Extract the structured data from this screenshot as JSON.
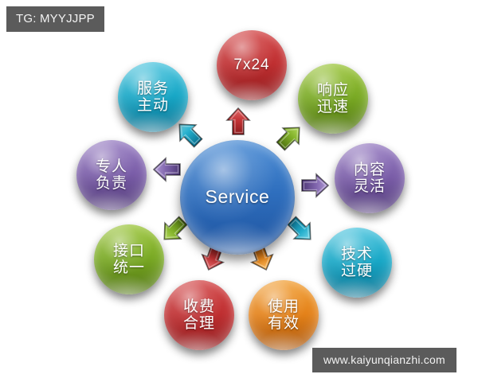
{
  "watermarks": {
    "top_left": "TG: MYYJJPP",
    "bottom_right": "www.kaiyunqianzhi.com"
  },
  "diagram": {
    "type": "hub-and-spoke",
    "background": "#ffffff",
    "hub": {
      "label": "Service",
      "color": "#2f6fbe",
      "shape": "circle"
    },
    "nodes": [
      {
        "id": "node-0",
        "lines": [
          "7x24"
        ],
        "color": "#bf2f31",
        "skin": "red",
        "position": "north",
        "arrow_color": "#bf2f31",
        "arrow_direction": "up"
      },
      {
        "id": "node-1",
        "lines": [
          "响应",
          "迅速"
        ],
        "color": "#79a924",
        "skin": "green",
        "position": "northeast",
        "arrow_color": "#79a924",
        "arrow_direction": "up-right"
      },
      {
        "id": "node-2",
        "lines": [
          "内容",
          "灵活"
        ],
        "color": "#7a5da8",
        "skin": "purple",
        "position": "east",
        "arrow_color": "#7a5da8",
        "arrow_direction": "right"
      },
      {
        "id": "node-3",
        "lines": [
          "技术",
          "过硬"
        ],
        "color": "#18a7c6",
        "skin": "cyan",
        "position": "southeast",
        "arrow_color": "#18a7c6",
        "arrow_direction": "down-right"
      },
      {
        "id": "node-4",
        "lines": [
          "使用",
          "有效"
        ],
        "color": "#e4821a",
        "skin": "orange",
        "position": "south-east",
        "arrow_color": "#e4821a",
        "arrow_direction": "down-right"
      },
      {
        "id": "node-5",
        "lines": [
          "收费",
          "合理"
        ],
        "color": "#bf2f31",
        "skin": "red",
        "position": "south-west",
        "arrow_color": "#bf2f31",
        "arrow_direction": "down-left"
      },
      {
        "id": "node-6",
        "lines": [
          "接口",
          "统一"
        ],
        "color": "#79a924",
        "skin": "green",
        "position": "southwest",
        "arrow_color": "#79a924",
        "arrow_direction": "down-left"
      },
      {
        "id": "node-7",
        "lines": [
          "专人",
          "负责"
        ],
        "color": "#7a5da8",
        "skin": "purple",
        "position": "west",
        "arrow_color": "#7a5da8",
        "arrow_direction": "left"
      },
      {
        "id": "node-8",
        "lines": [
          "服务",
          "主动"
        ],
        "color": "#18a7c6",
        "skin": "cyan",
        "position": "northwest",
        "arrow_color": "#18a7c6",
        "arrow_direction": "up-left"
      }
    ]
  }
}
